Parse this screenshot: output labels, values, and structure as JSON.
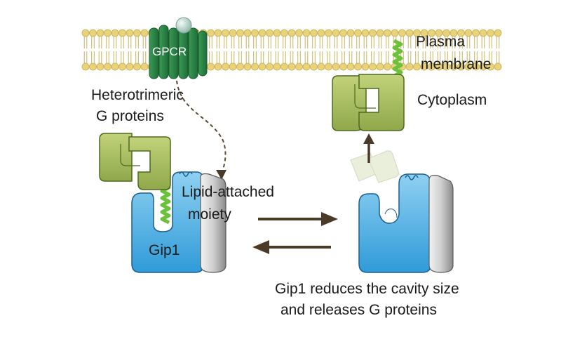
{
  "labels": {
    "gpcr": "GPCR",
    "plasma_membrane_line1": "Plasma",
    "plasma_membrane_line2": "membrane",
    "cytoplasm": "Cytoplasm",
    "heterotrimeric_line1": "Heterotrimeric",
    "heterotrimeric_line2": "G proteins",
    "lipid_line1": "Lipid-attached",
    "lipid_line2": "moiety",
    "gip1": "Gip1",
    "caption_line1": "Gip1 reduces the cavity size",
    "caption_line2": "and releases G proteins"
  },
  "colors": {
    "membrane_head": "#e8d27a",
    "membrane_tail": "#c8b45a",
    "gpcr": "#2f8a4a",
    "g_protein": "#a9bf5e",
    "g_protein_edge": "#4d6a1e",
    "lipid": "#7ac943",
    "gip1": "#59b6e6",
    "gip1_edge": "#1d5f8c",
    "helix_gray": "#bdbdbd",
    "arrow": "#4a3a28"
  }
}
